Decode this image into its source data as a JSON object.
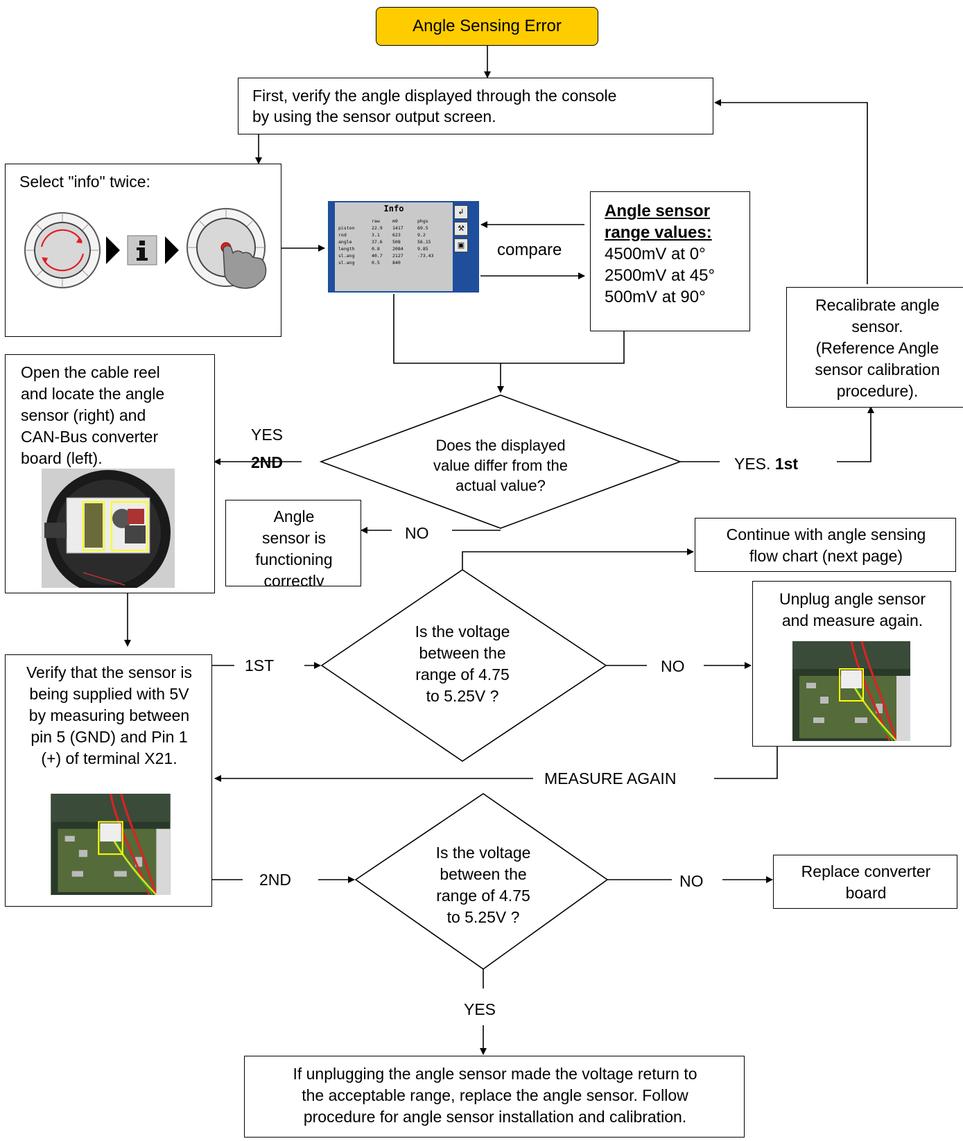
{
  "start": {
    "label": "Angle Sensing Error"
  },
  "verify_box": {
    "lines": [
      "First, verify the angle displayed through the console",
      "by using the sensor output screen."
    ]
  },
  "select_box": {
    "label": "Select \"info\" twice:"
  },
  "info_screen": {
    "title": "Info",
    "headers": [
      "raw",
      "m9",
      "phgs"
    ],
    "rows": [
      [
        "piston",
        "22.9",
        "1417",
        "69.5"
      ],
      [
        "rod",
        "3.1",
        "623",
        "9.2"
      ],
      [
        "angle",
        "37.6",
        "508",
        "56.15"
      ],
      [
        "length",
        "0.8",
        "2084",
        "9.85"
      ],
      [
        "sl.ang",
        "40.7",
        "2127",
        "-73.43"
      ],
      [
        "sl.ang",
        "0.5",
        "840",
        ""
      ]
    ]
  },
  "compare_label": "compare",
  "range_box": {
    "title_lines": [
      "Angle sensor",
      "range values:"
    ],
    "values": [
      "4500mV at 0°",
      "2500mV at 45°",
      "500mV at 90°"
    ]
  },
  "recalibrate_box": {
    "lines": [
      "Recalibrate angle",
      "sensor.",
      "(Reference Angle",
      "sensor calibration",
      "procedure)."
    ]
  },
  "open_reel_box": {
    "lines": [
      "Open the cable reel",
      "and locate the angle",
      "sensor (right) and",
      "CAN-Bus converter",
      "board (left)."
    ]
  },
  "decision_differ": {
    "lines": [
      "Does the displayed",
      "value differ from the",
      "actual value?"
    ]
  },
  "yes_2nd": {
    "yes": "YES",
    "second": "2ND"
  },
  "yes_1st": {
    "yes": "YES.",
    "first": "1st"
  },
  "no_label_1": "NO",
  "functioning_box": {
    "lines": [
      "Angle",
      "sensor is",
      "functioning",
      "correctly"
    ]
  },
  "continue_box": {
    "lines": [
      "Continue with angle sensing",
      "flow chart (next page)"
    ]
  },
  "decision_voltage_1": {
    "lines": [
      "Is the voltage",
      "between the",
      "range of 4.75",
      "to 5.25V ?"
    ]
  },
  "label_1st": "1ST",
  "no_label_2": "NO",
  "unplug_box": {
    "lines": [
      "Unplug angle sensor",
      "and measure again."
    ]
  },
  "verify_supply_box": {
    "lines": [
      "Verify that the sensor is",
      "being supplied with 5V",
      "by measuring between",
      "pin 5 (GND) and Pin 1",
      "(+) of terminal X21."
    ]
  },
  "measure_again_label": "MEASURE AGAIN",
  "label_2nd": "2ND",
  "decision_voltage_2": {
    "lines": [
      "Is the voltage",
      "between the",
      "range of 4.75",
      "to 5.25V ?"
    ]
  },
  "no_label_3": "NO",
  "replace_board_box": {
    "lines": [
      "Replace converter",
      "board"
    ]
  },
  "yes_label": "YES",
  "final_box": {
    "lines": [
      "If unplugging the angle sensor made the voltage return to",
      "the acceptable range, replace the angle sensor.  Follow",
      "procedure for angle sensor installation and calibration."
    ]
  },
  "colors": {
    "start_fill": "#ffcc00",
    "screen_frame": "#1e4e9c",
    "highlight": "#ffff00",
    "arrow_red": "#e02020"
  }
}
